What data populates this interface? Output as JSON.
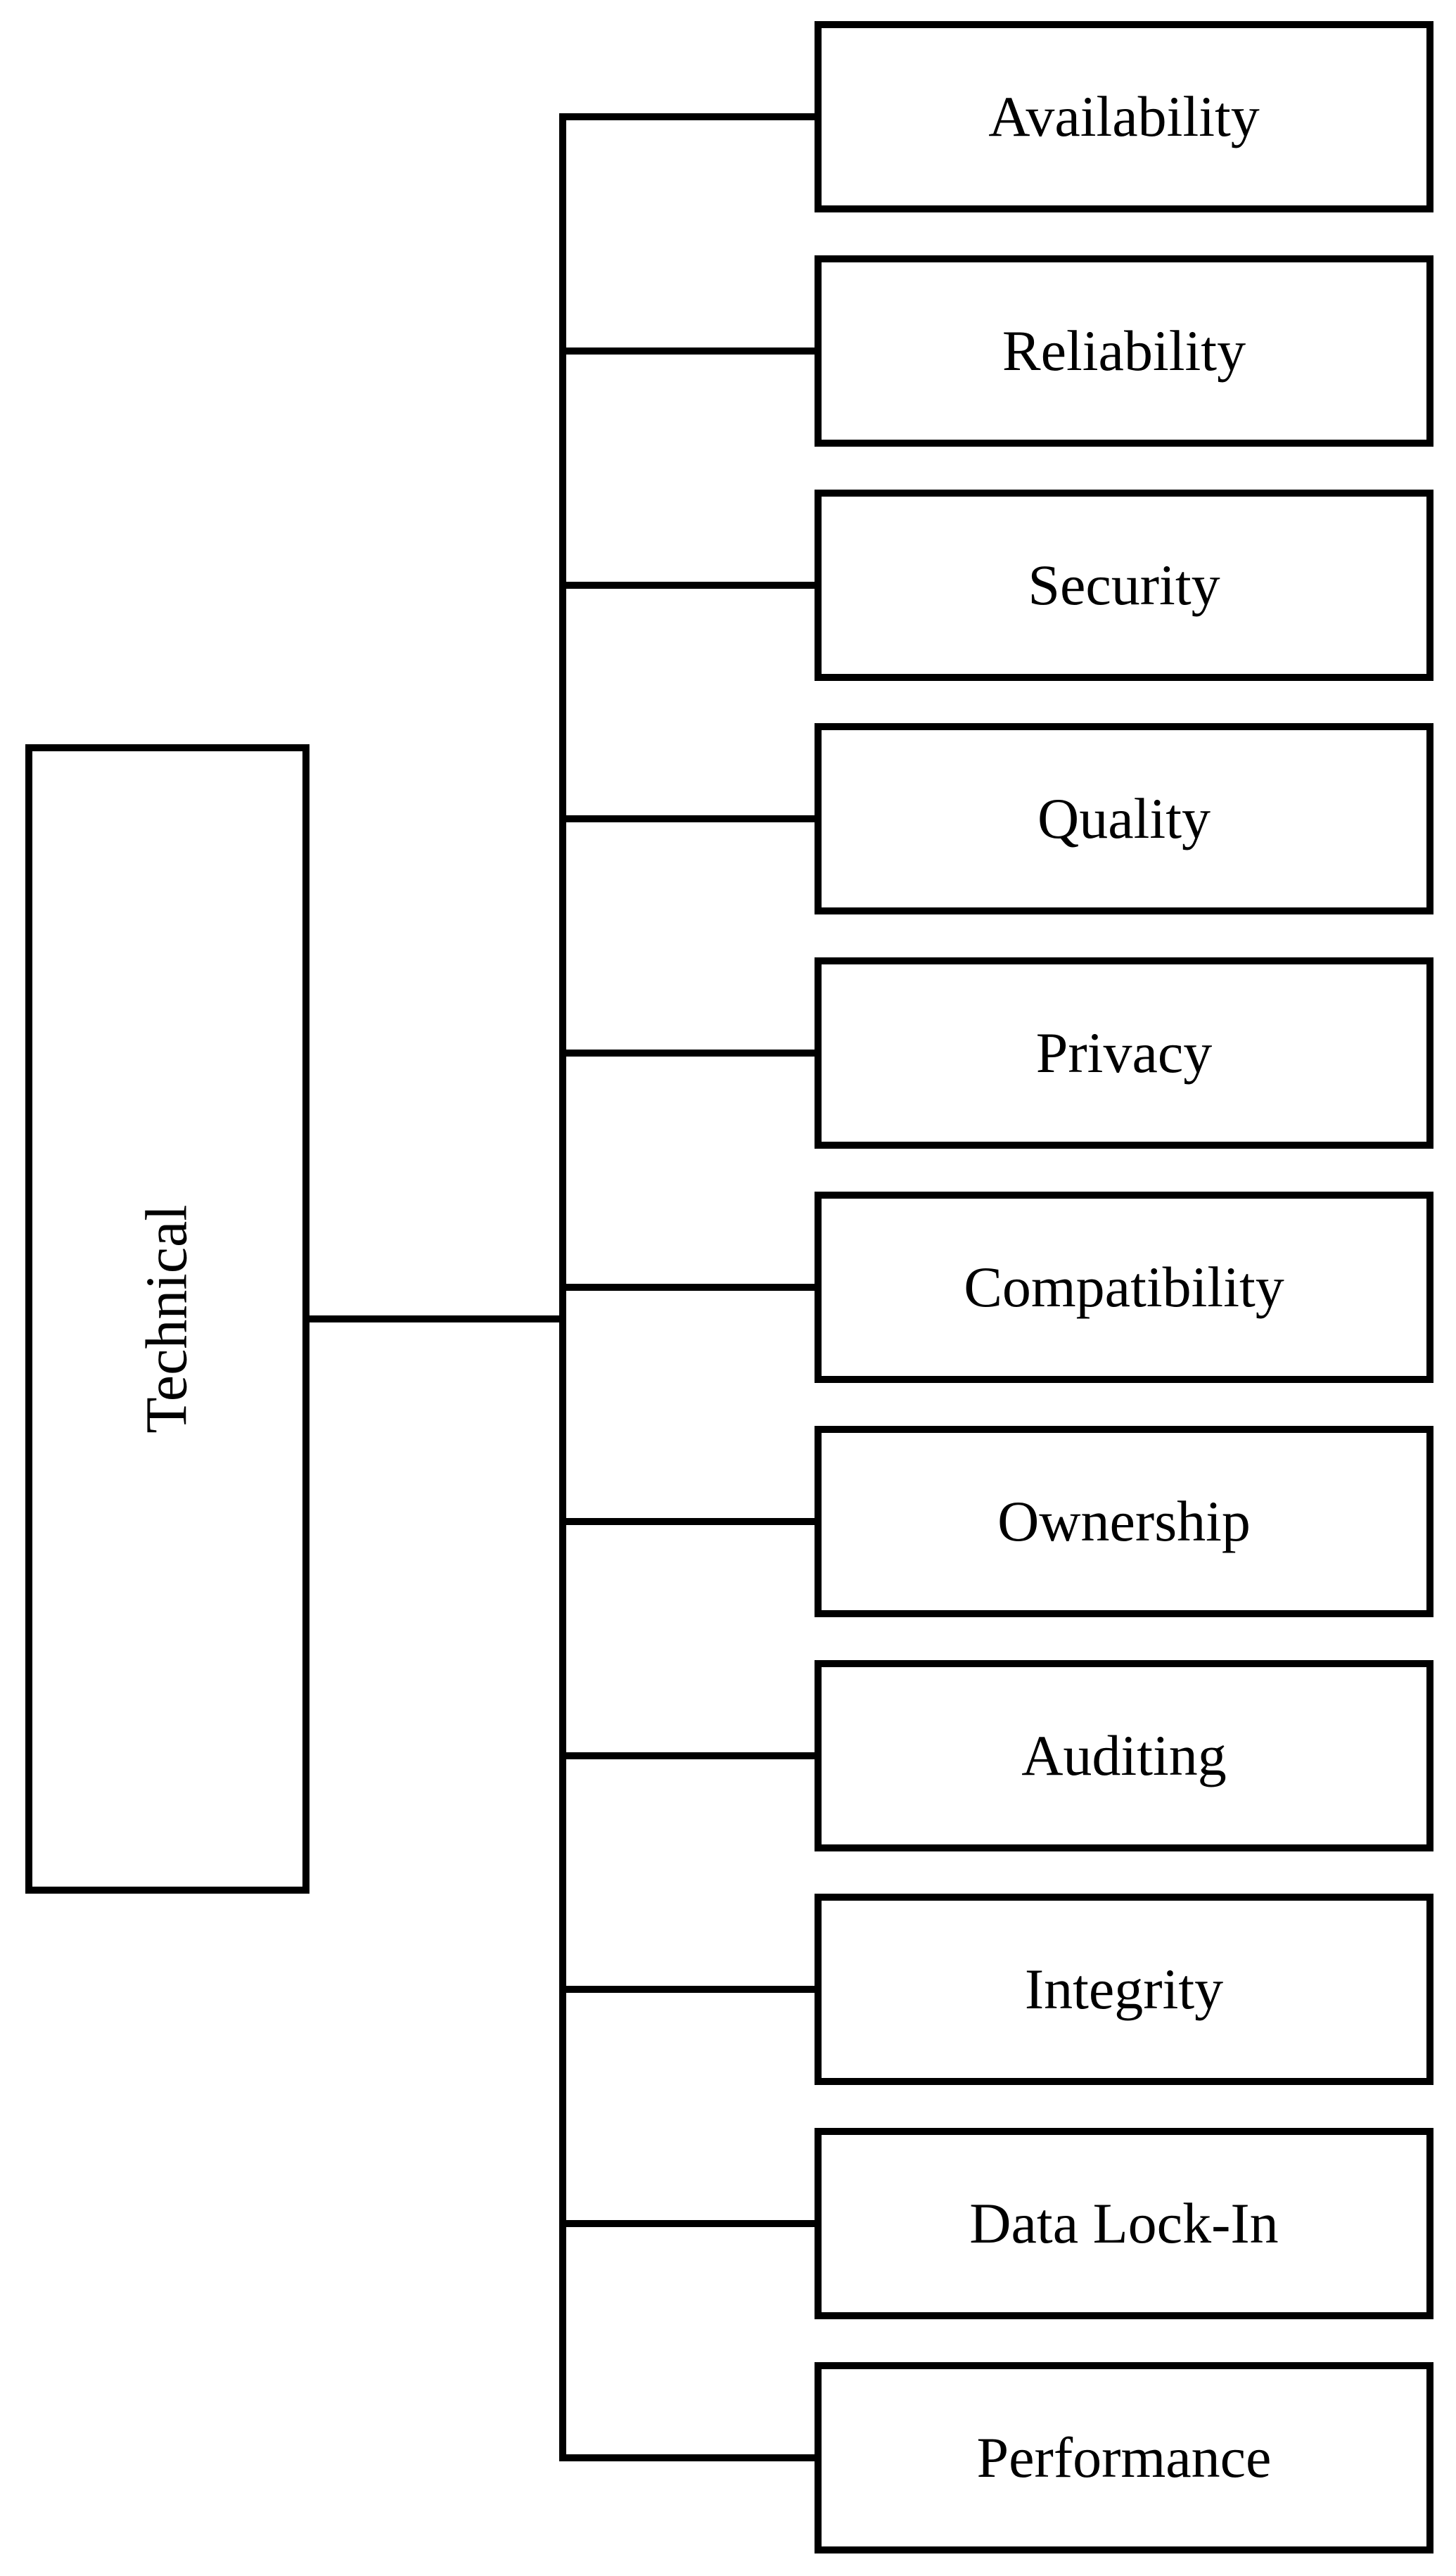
{
  "diagram": {
    "type": "hierarchy-tree",
    "root": {
      "label": "Technical"
    },
    "children": [
      {
        "label": "Availability"
      },
      {
        "label": "Reliability"
      },
      {
        "label": "Security"
      },
      {
        "label": "Quality"
      },
      {
        "label": "Privacy"
      },
      {
        "label": "Compatibility"
      },
      {
        "label": "Ownership"
      },
      {
        "label": "Auditing"
      },
      {
        "label": "Integrity"
      },
      {
        "label": "Data Lock-In"
      },
      {
        "label": "Performance"
      }
    ],
    "colors": {
      "line": "#000000",
      "box_border": "#000000",
      "box_fill": "#ffffff",
      "text": "#000000",
      "background": "#ffffff"
    }
  }
}
